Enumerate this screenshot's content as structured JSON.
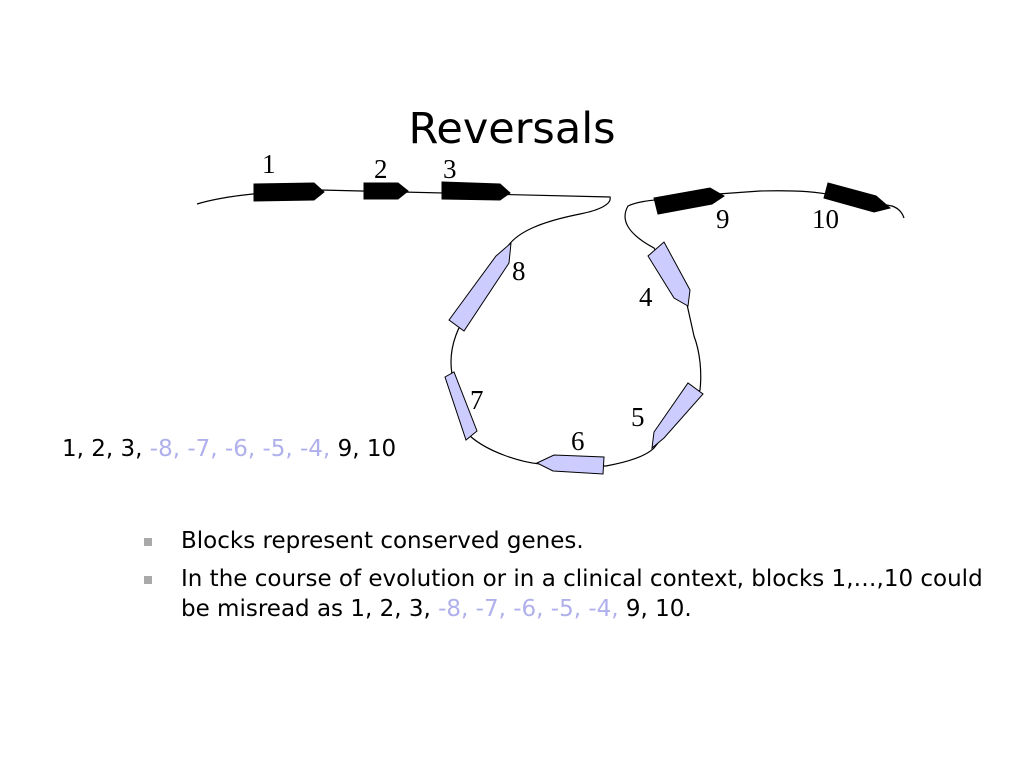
{
  "title": "Reversals",
  "colors": {
    "forward_block": "#000000",
    "reversed_block": "#ccccff",
    "reversed_text": "#b0b0ec",
    "bullet_marker": "#a9a9a9"
  },
  "diagram": {
    "block_labels": [
      "1",
      "2",
      "3",
      "8",
      "4",
      "7",
      "5",
      "6",
      "9",
      "10"
    ]
  },
  "sequence_line": {
    "prefix": "1, 2, 3,",
    "reversed": "-8, -7, -6, -5, -4,",
    "suffix": "9, 10"
  },
  "bullets": [
    {
      "text": "Blocks represent conserved genes."
    },
    {
      "text": "In the course of evolution or in a clinical context, blocks 1,…,10 could be misread as 1, 2, 3,",
      "reversed": "-8, -7, -6, -5, -4,",
      "suffix": "9, 10."
    }
  ]
}
